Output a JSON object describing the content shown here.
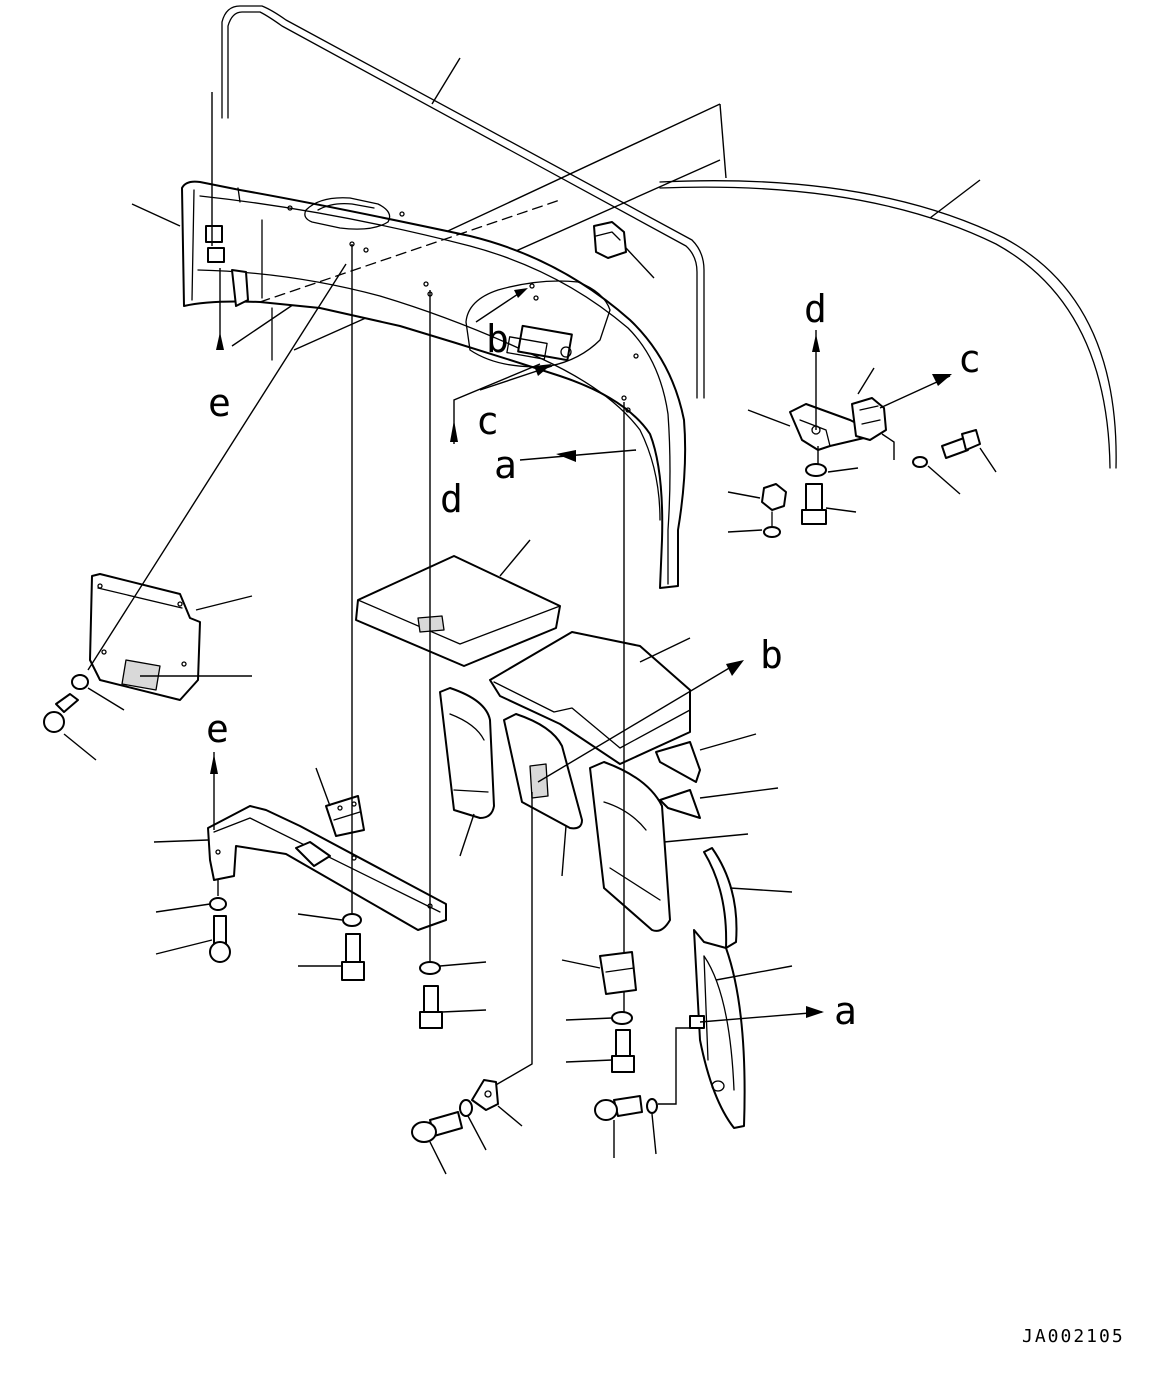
{
  "drawing": {
    "drawing_number": "JA002105",
    "reference_letters": {
      "a": "a",
      "b": "b",
      "c": "c",
      "d": "d",
      "e": "e"
    }
  }
}
